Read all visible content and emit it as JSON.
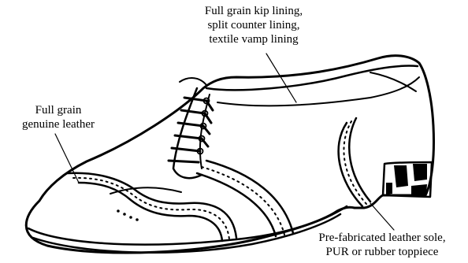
{
  "diagram": {
    "subject": "oxford brogue shoe",
    "callouts": {
      "lining": {
        "lines": [
          "Full grain kip lining,",
          "split counter lining,",
          "textile vamp lining"
        ]
      },
      "upper": {
        "lines": [
          "Full grain",
          "genuine leather"
        ]
      },
      "sole": {
        "lines": [
          "Pre-fabricated leather sole,",
          "PUR or rubber toppiece"
        ]
      }
    },
    "colors": {
      "ink": "#000000",
      "background": "#ffffff"
    }
  }
}
